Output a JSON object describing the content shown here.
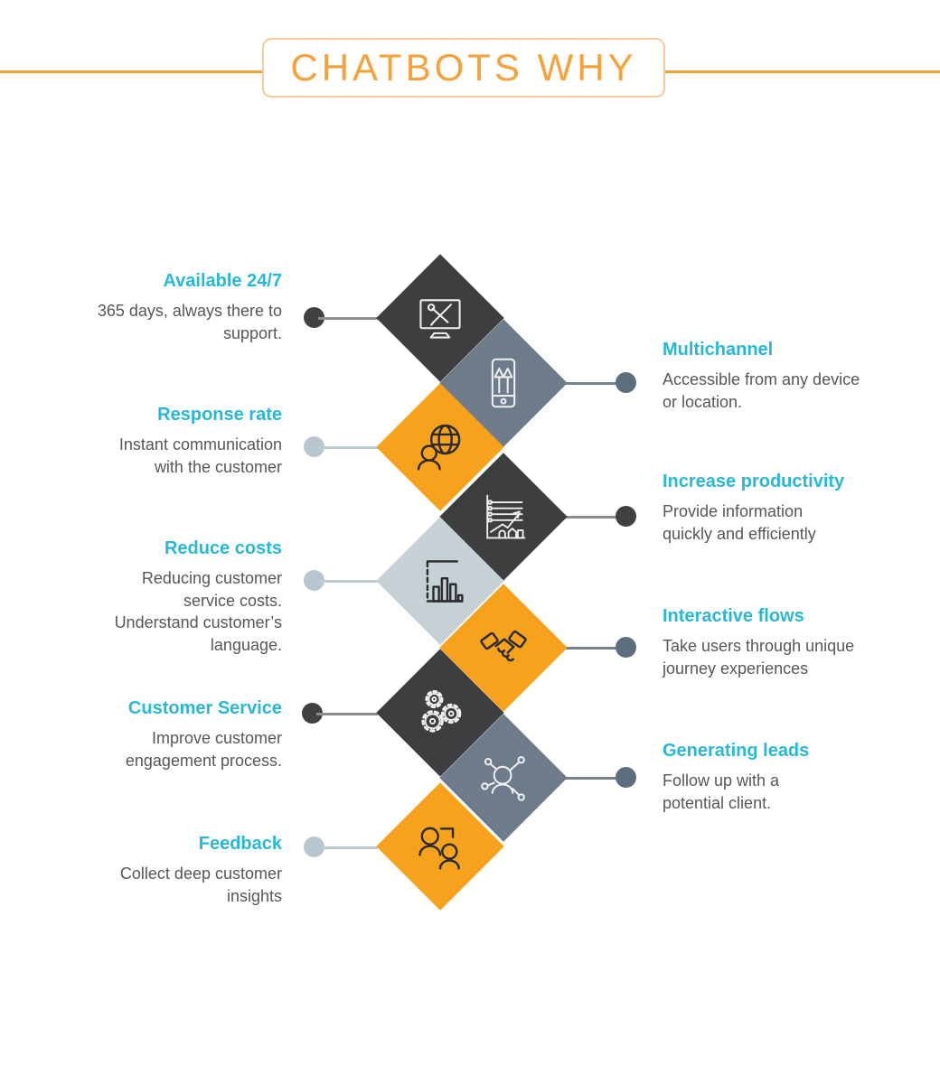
{
  "header": {
    "title": "CHATBOTS WHY"
  },
  "colors": {
    "accent_orange": "#F6A21D",
    "dark_charcoal": "#3E3E40",
    "slate_gray": "#6D7B8A",
    "light_gray": "#C6D1D6",
    "heading_cyan": "#29B7D8",
    "body_gray": "#565759",
    "title_orange": "#F7A13B"
  },
  "items": [
    {
      "side": "left",
      "heading": "Available 24/7",
      "body": "365 days, always there to\nsupport.",
      "icon": "computer-repair-icon",
      "diamond_color": "dark",
      "dot_color": "dark"
    },
    {
      "side": "right",
      "heading": "Multichannel",
      "body": "Accessible from any device\nor location.",
      "icon": "phone-upgrade-icon",
      "diamond_color": "slate",
      "dot_color": "slate"
    },
    {
      "side": "left",
      "heading": "Response rate",
      "body": "Instant communication\nwith the customer",
      "icon": "globe-user-icon",
      "diamond_color": "orange",
      "dot_color": "light"
    },
    {
      "side": "right",
      "heading": "Increase productivity",
      "body": "Provide information\nquickly and efficiently",
      "icon": "growth-chart-icon",
      "diamond_color": "dark",
      "dot_color": "dark"
    },
    {
      "side": "left",
      "heading": "Reduce costs",
      "body": "Reducing customer\nservice costs.\nUnderstand customer’s\nlanguage.",
      "icon": "bar-chart-icon",
      "diamond_color": "light",
      "dot_color": "light"
    },
    {
      "side": "right",
      "heading": "Interactive flows",
      "body": "Take users through unique\njourney experiences",
      "icon": "handshake-icon",
      "diamond_color": "orange",
      "dot_color": "slate"
    },
    {
      "side": "left",
      "heading": "Customer Service",
      "body": "Improve customer\nengagement process.",
      "icon": "gears-icon",
      "diamond_color": "dark",
      "dot_color": "dark"
    },
    {
      "side": "right",
      "heading": "Generating leads",
      "body": "Follow up with a\npotential client.",
      "icon": "lead-network-icon",
      "diamond_color": "slate",
      "dot_color": "slate"
    },
    {
      "side": "left",
      "heading": "Feedback",
      "body": "Collect deep customer\ninsights",
      "icon": "feedback-users-icon",
      "diamond_color": "orange",
      "dot_color": "light"
    }
  ]
}
